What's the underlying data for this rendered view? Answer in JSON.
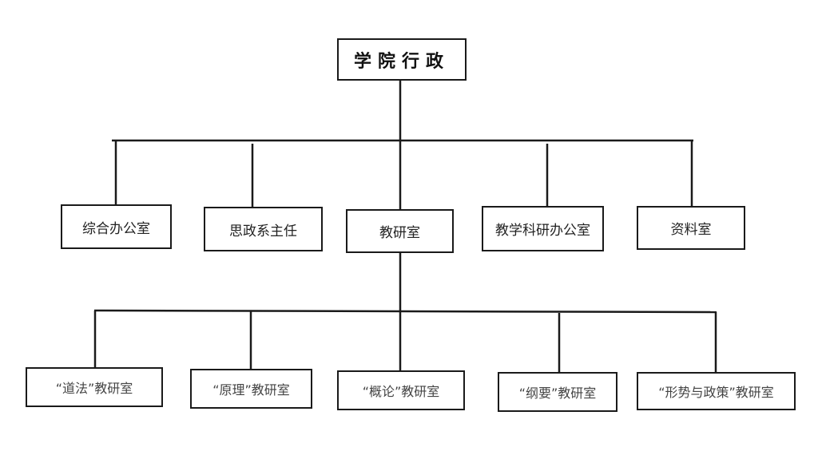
{
  "root": {
    "label": "学院行政"
  },
  "level1": [
    {
      "label": "综合办公室"
    },
    {
      "label": "思政系主任"
    },
    {
      "label": "教研室"
    },
    {
      "label": "教学科研办公室"
    },
    {
      "label": "资料室"
    }
  ],
  "level2": [
    {
      "label": "“道法”教研室"
    },
    {
      "label": "“原理”教研室"
    },
    {
      "label": "“概论”教研室"
    },
    {
      "label": "“纲要”教研室"
    },
    {
      "label": "“形势与政策”教研室"
    }
  ]
}
